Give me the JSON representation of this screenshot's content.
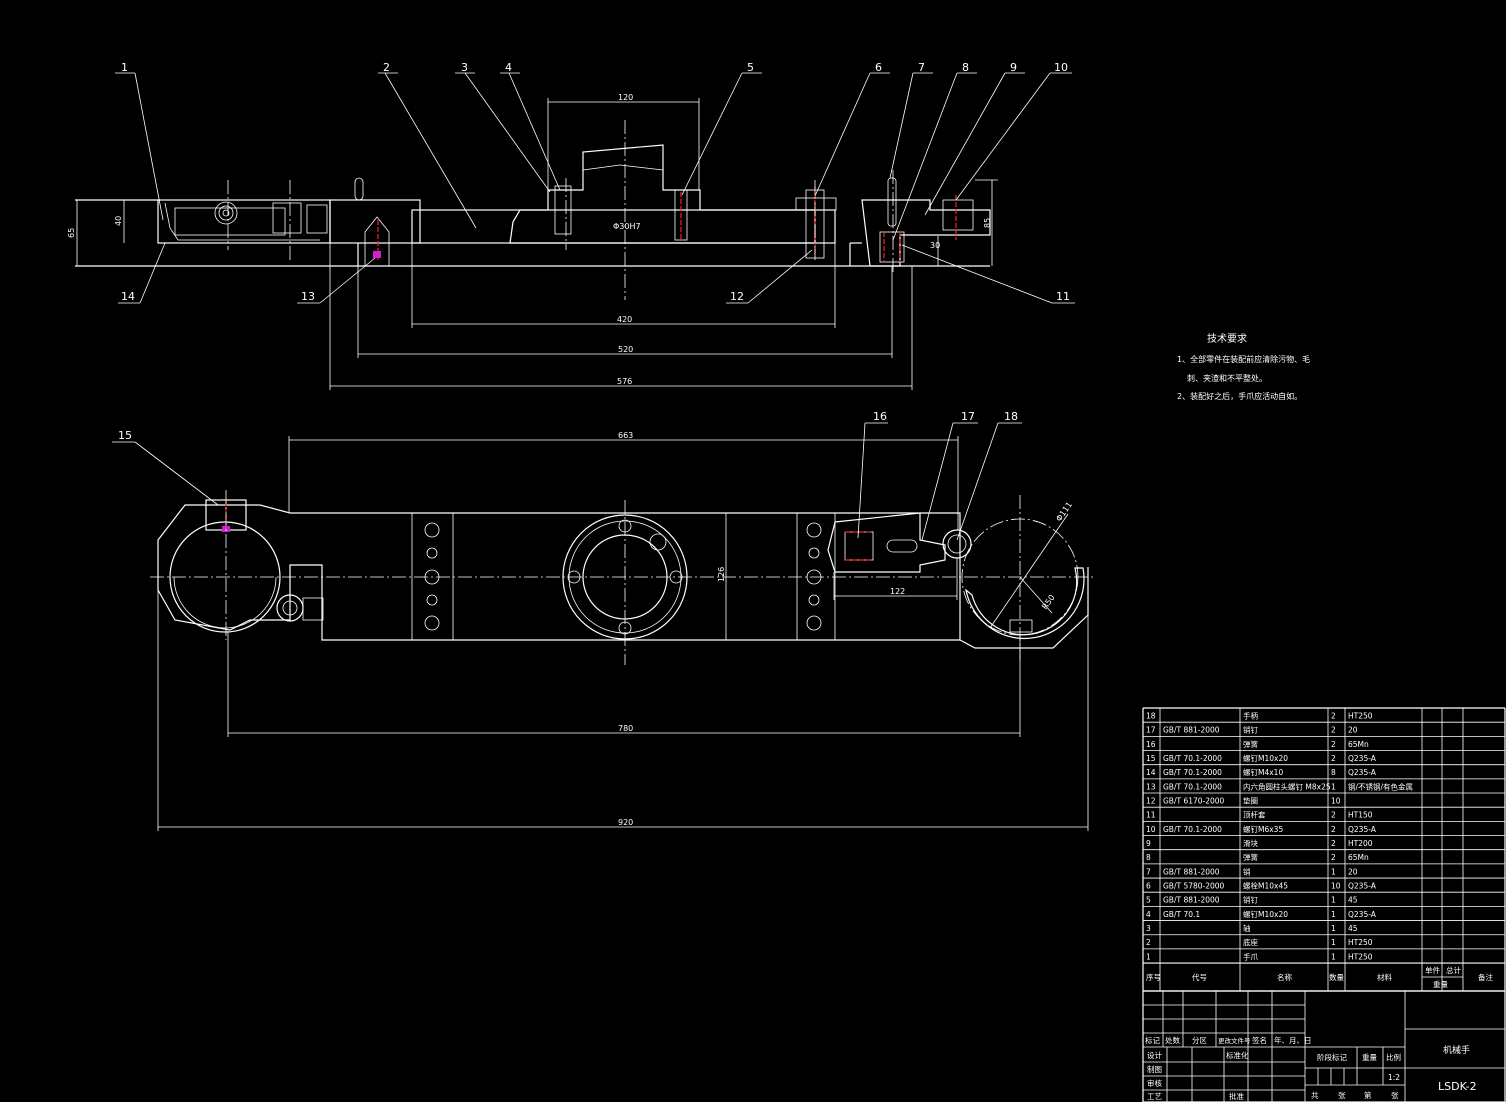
{
  "drawing": {
    "balloons_top": [
      "1",
      "2",
      "3",
      "4",
      "5",
      "6",
      "7",
      "8",
      "9",
      "10"
    ],
    "balloons_bottom_top_view": [
      "14",
      "13",
      "12",
      "11"
    ],
    "balloons_plan": [
      "15",
      "16",
      "17",
      "18"
    ],
    "dims": {
      "d120": "120",
      "d420": "420",
      "d520": "520",
      "d576": "576",
      "d40": "40",
      "d65": "65",
      "d85": "85",
      "d30": "30",
      "d663": "663",
      "d126": "126",
      "d122": "122",
      "d780": "780",
      "d920": "920",
      "phi111": "Φ111",
      "r50": "R50",
      "phi_center": "Φ30H7"
    }
  },
  "tech_requirements": {
    "title": "技术要求",
    "line1": "1、全部零件在装配前应清除污物、毛",
    "line2": "刺、夹渣和不平整处。",
    "line3": "2、装配好之后，手爪应活动自如。"
  },
  "parts_table": {
    "rows": [
      [
        "18",
        "",
        "手柄",
        "2",
        "HT250"
      ],
      [
        "17",
        "GB/T 881-2000",
        "销钉",
        "2",
        "20"
      ],
      [
        "16",
        "",
        "弹簧",
        "2",
        "65Mn"
      ],
      [
        "15",
        "GB/T 70.1-2000",
        "螺钉M10x20",
        "2",
        "Q235-A"
      ],
      [
        "14",
        "GB/T 70.1-2000",
        "螺钉M4x10",
        "8",
        "Q235-A"
      ],
      [
        "13",
        "GB/T 70.1-2000",
        "内六角圆柱头螺钉 M8x25",
        "1",
        "钢/不锈钢/有色金属"
      ],
      [
        "12",
        "GB/T 6170-2000",
        "垫圈",
        "10",
        ""
      ],
      [
        "11",
        "",
        "顶杆套",
        "2",
        "HT150"
      ],
      [
        "10",
        "GB/T 70.1-2000",
        "螺钉M6x35",
        "2",
        "Q235-A"
      ],
      [
        "9",
        "",
        "滑块",
        "2",
        "HT200"
      ],
      [
        "8",
        "",
        "弹簧",
        "2",
        "65Mn"
      ],
      [
        "7",
        "GB/T 881-2000",
        "销",
        "1",
        "20"
      ],
      [
        "6",
        "GB/T 5780-2000",
        "螺栓M10x45",
        "10",
        "Q235-A"
      ],
      [
        "5",
        "GB/T 881-2000",
        "销钉",
        "1",
        "45"
      ],
      [
        "4",
        "GB/T 70.1",
        "螺钉M10x20",
        "1",
        "Q235-A"
      ],
      [
        "3",
        "",
        "轴",
        "1",
        "45"
      ],
      [
        "2",
        "",
        "底座",
        "1",
        "HT250"
      ],
      [
        "1",
        "",
        "手爪",
        "1",
        "HT250"
      ]
    ],
    "header": {
      "no": "序号",
      "code": "代号",
      "name": "名称",
      "qty": "数量",
      "material": "材料",
      "unit": "单件",
      "total": "总计",
      "weight": "重量",
      "remark": "备注"
    }
  },
  "title_block": {
    "mark": "标记",
    "count": "处数",
    "zone": "分区",
    "change_doc": "更改文件号",
    "sign": "签名",
    "date": "年、月、日",
    "design": "设计",
    "draw": "制图",
    "review": "审核",
    "process": "工艺",
    "standard": "标准化",
    "approve": "批准",
    "stage": "阶段标记",
    "weight": "重量",
    "scale": "比例",
    "scale_value": "1:2",
    "sheets_total": "共",
    "sheet_unit1": "张",
    "sheet_no": "第",
    "sheet_unit2": "张",
    "drawing_name": "机械手",
    "drawing_code": "LSDK-2"
  }
}
